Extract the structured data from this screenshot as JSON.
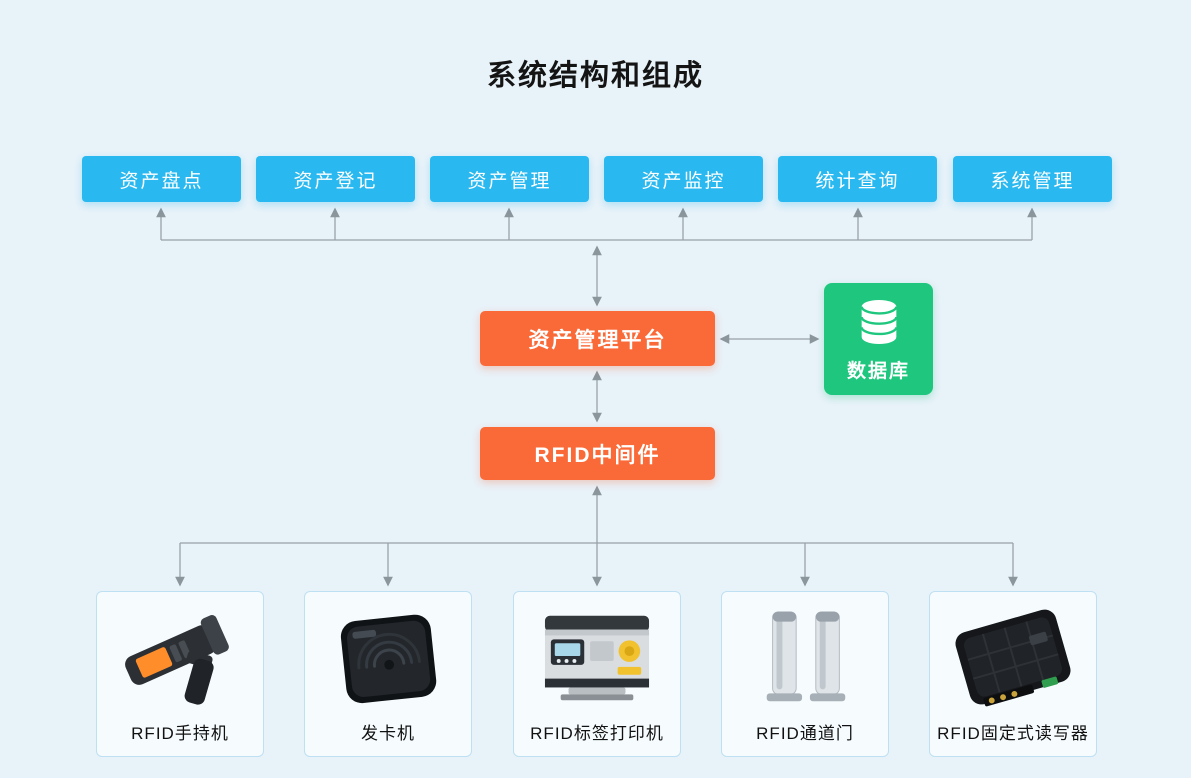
{
  "title": "系统结构和组成",
  "modules": [
    "资产盘点",
    "资产登记",
    "资产管理",
    "资产监控",
    "统计查询",
    "系统管理"
  ],
  "platform": {
    "label": "资产管理平台"
  },
  "middleware": {
    "label": "RFID中间件"
  },
  "database": {
    "label": "数据库",
    "icon": "database-cylinder-icon"
  },
  "devices": [
    {
      "label": "RFID手持机",
      "icon": "rfid-handheld-icon"
    },
    {
      "label": "发卡机",
      "icon": "card-issuer-icon"
    },
    {
      "label": "RFID标签打印机",
      "icon": "rfid-label-printer-icon"
    },
    {
      "label": "RFID通道门",
      "icon": "rfid-gate-icon"
    },
    {
      "label": "RFID固定式读写器",
      "icon": "rfid-fixed-reader-icon"
    }
  ],
  "colors": {
    "background": "#e8f2f9",
    "module_blue": "#29b9f0",
    "node_orange": "#fa6a38",
    "database_green": "#1fc77e",
    "connector_gray": "#97a1a8"
  }
}
